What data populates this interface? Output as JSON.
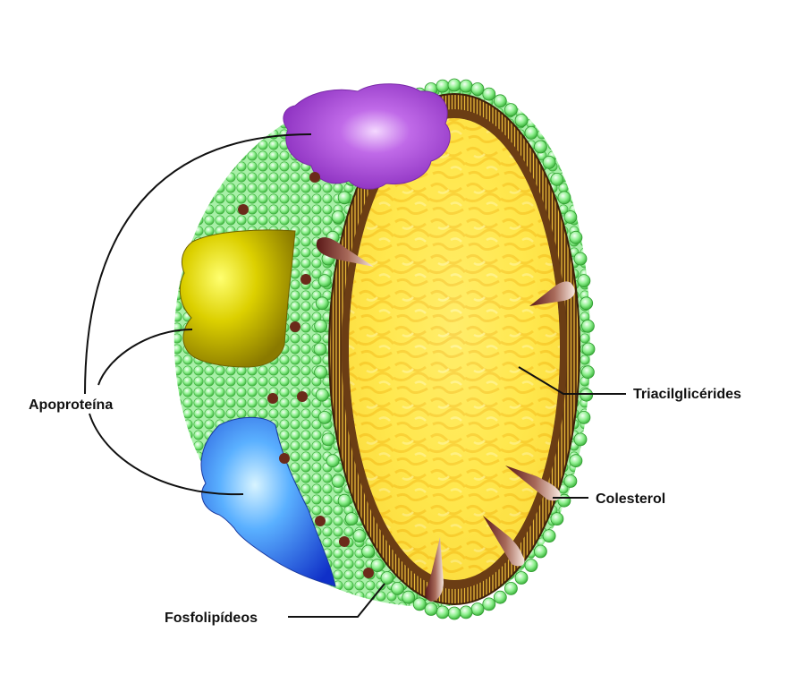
{
  "diagram": {
    "labels": {
      "apoproteina": "Apoproteína",
      "triacilgliceridos": "Triacilglicérides",
      "colesterol": "Colesterol",
      "fosfolipidos": "Fosfolipídeos"
    },
    "colors": {
      "background": "#ffffff",
      "phospholipid_head": "#8ef08e",
      "phospholipid_layer_bg": "#b9f6b9",
      "tail_band": "#6b3d14",
      "tail_line": "#e0b030",
      "core": "#ffe34a",
      "apoprotein_purple": "#a64bd6",
      "apoprotein_olive": "#c8b400",
      "apoprotein_blue": "#3a8cf0",
      "cholesterol": "#7a2a2a",
      "dot": "#6b2a1a"
    }
  }
}
